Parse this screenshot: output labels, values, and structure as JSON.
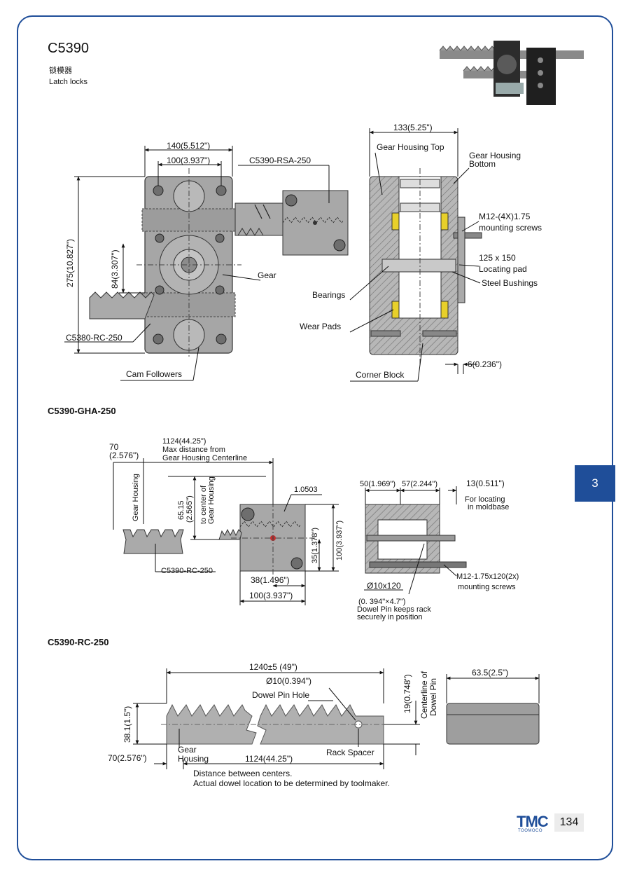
{
  "header": {
    "model": "C5390",
    "name_cn": "锁模器",
    "name_en": "Latch locks"
  },
  "section_tab": "3",
  "page_number": "134",
  "logo": {
    "text": "TMC",
    "subtext": "TOOMOCO"
  },
  "drawing1": {
    "dim_width_outer": "140(5.512\")",
    "dim_width_inner": "100(3.937\")",
    "dim_height": "275(10.827\")",
    "dim_rack_offset": "84(3.307\")",
    "part_rsa": "C5390-RSA-250",
    "label_gear": "Gear",
    "label_rack": "C5380-RC-250",
    "label_cam": "Cam Followers"
  },
  "drawing2": {
    "dim_width": "133(5.25\")",
    "label_top": "Gear Housing Top",
    "label_bottom_1": "Gear Housing",
    "label_bottom_2": "Bottom",
    "label_screws_1": "M12-(4X)1.75",
    "label_screws_2": "mounting screws",
    "label_pad_1": "125 x 150",
    "label_pad_2": "Locating  pad",
    "label_bushings": "Steel Bushings",
    "label_bearings": "Bearings",
    "label_wear": "Wear Pads",
    "label_corner": "Corner Block",
    "dim_thickness": "6(0.236\")"
  },
  "section_gha": {
    "title": "C5390-GHA-250",
    "dim_70_1": "70",
    "dim_70_2": "(2.576\")",
    "dim_1124": "1124(44.25\")",
    "max_dist_1": "Max distance from",
    "max_dist_2": "Gear Housing Centerline",
    "label_gear_housing": "Gear Housing",
    "dim_6515_1": "65.15",
    "dim_6515_2": "(2.565\")",
    "to_center_1": "to center of",
    "to_center_2": "Gear Housing",
    "ref_10503": "1.0503",
    "dim_35": "35(1.378\")",
    "dim_100v": "100(3.937\")",
    "dim_38": "38(1.496\")",
    "dim_100h": "100(3.937\")",
    "label_rc": "C5390-RC-250",
    "dim_50": "50(1.969\")",
    "dim_57": "57(2.244\")",
    "dim_13": "13(0.511\")",
    "for_locating_1": "For locating",
    "for_locating_2": "in moldbase",
    "label_m12_1": "M12-1.75x120(2x)",
    "label_m12_2": "mounting screws",
    "dowel_1": "Ø10x120",
    "dowel_2": "(0. 394\"×4.7\")",
    "dowel_3": "Dowel Pin keeps rack",
    "dowel_4": "securely in position"
  },
  "section_rc": {
    "title": "C5390-RC-250",
    "dim_length": "1240±5 (49\")",
    "dim_hole": "Ø10(0.394\")",
    "label_dowel_hole": "Dowel Pin Hole",
    "dim_19": "19(0.748\")",
    "centerline_1": "Centerline of",
    "centerline_2": "Dowel Pin",
    "dim_635": "63.5(2.5\")",
    "dim_381": "38.1(1.5\")",
    "label_gear_1": "Gear",
    "label_gear_2": "Housing",
    "label_spacer": "Rack Spacer",
    "dim_70": "70(2.576\")",
    "dim_1124": "1124(44.25\")",
    "note_1": "Distance between centers.",
    "note_2": "Actual dowel location to be determined by toolmaker."
  }
}
